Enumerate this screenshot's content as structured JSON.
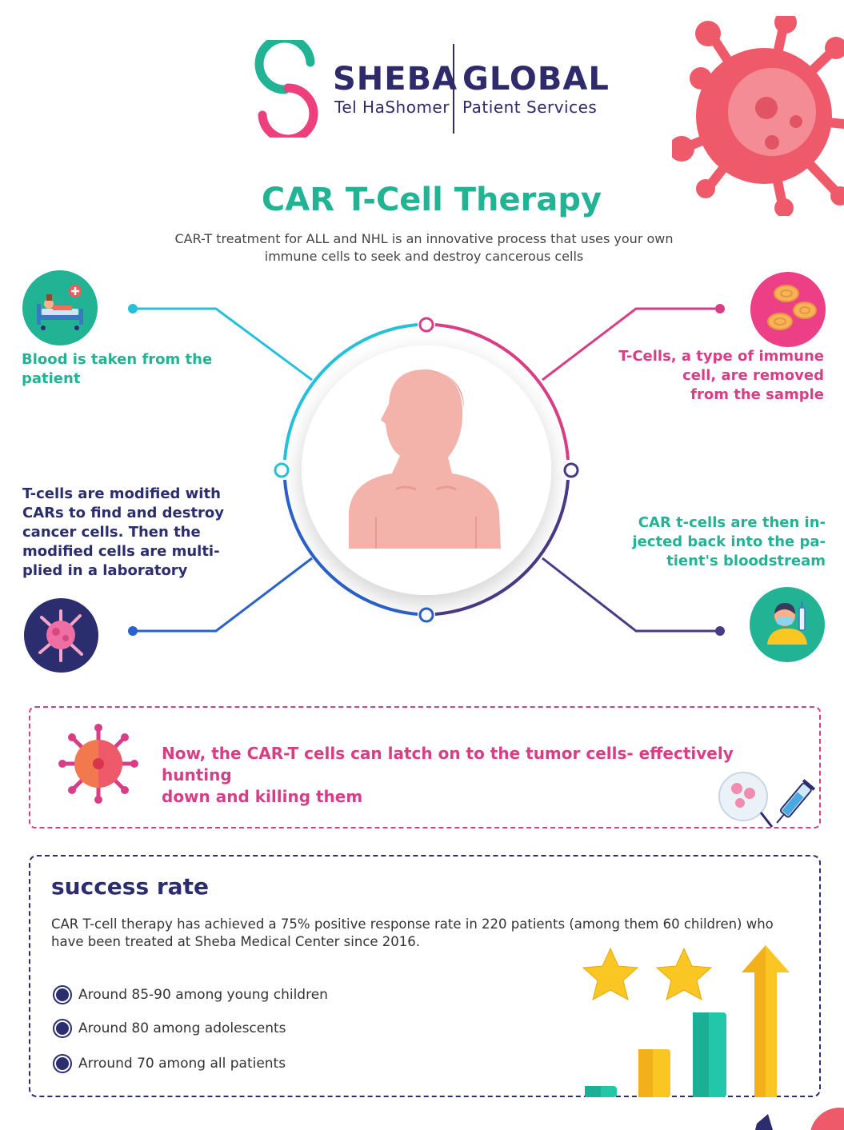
{
  "logo": {
    "brand_left": "SHEBA",
    "brand_right": "GLOBAL",
    "sub_left": "Tel HaShomer",
    "sub_right": "Patient Services"
  },
  "header": {
    "title": "CAR T-Cell Therapy",
    "subtitle_line1": "CAR-T treatment for ALL and NHL is an innovative process that uses your own",
    "subtitle_line2": "immune cells to seek and destroy cancerous cells"
  },
  "steps": [
    {
      "lines": [
        "Blood is taken from the",
        "patient"
      ],
      "icon": "hospital-bed-icon"
    },
    {
      "lines": [
        "T-Cells, a type of immune",
        "cell, are removed",
        "from the sample"
      ],
      "icon": "red-blood-cells-icon"
    },
    {
      "lines": [
        "T-cells are modified with",
        "CARs to find and destroy",
        "cancer cells. Then the",
        "modified cells are multi-",
        "plied in a laboratory"
      ],
      "icon": "modified-cell-icon"
    },
    {
      "lines": [
        "CAR t-cells are then in-",
        "jected back into the pa-",
        "tient's bloodstream"
      ],
      "icon": "nurse-injection-icon"
    }
  ],
  "hunting": {
    "line1": "Now, the CAR-T cells can latch on to the tumor cells- effectively hunting",
    "line2": "down and killing them"
  },
  "success": {
    "title": "success rate",
    "text_line1": "CAR T-cell therapy has achieved a 75% positive response rate in 220 patients (among them 60 children) who",
    "text_line2": "have been treated at Sheba Medical Center since 2016.",
    "bullets": [
      "Around 85-90 among young children",
      "Around 80 among adolescents",
      "Arround 70 among all patients"
    ]
  },
  "colors": {
    "teal": "#22b394",
    "pink": "#d83e86",
    "navy": "#2b2d6e",
    "virus_red": "#ee5a6a",
    "gold": "#f9c623"
  }
}
